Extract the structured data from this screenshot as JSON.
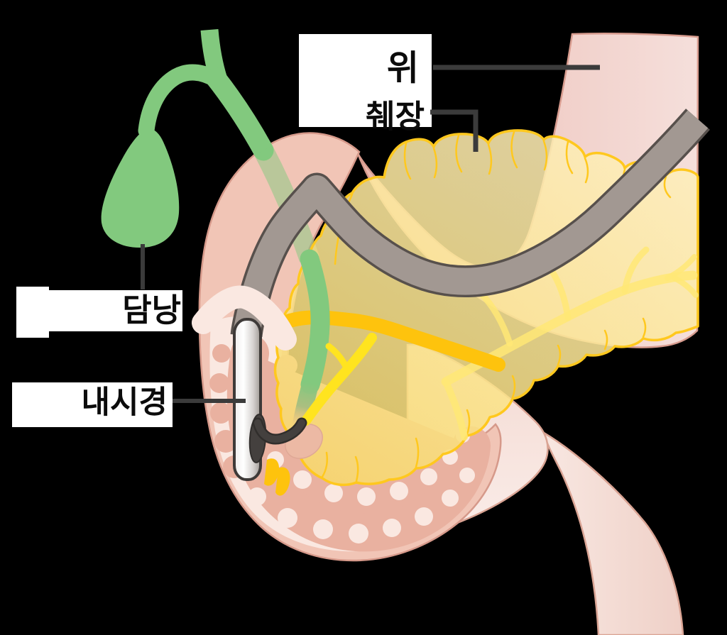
{
  "labels": {
    "stomach": "위",
    "pancreas": "췌장",
    "gallbladder": "담낭",
    "endoscope": "내시경"
  },
  "structures": [
    "stomach",
    "pancreas",
    "gallbladder",
    "bile-duct",
    "pancreatic-duct",
    "duodenum",
    "jejunum",
    "endoscope",
    "catheter",
    "papilla"
  ],
  "colors": {
    "background": "#000000",
    "stomach": "#f0c9c2",
    "stomach_edge": "#d89c8f",
    "duodenum": "#f1c5b6",
    "duodenum_edge": "#d6998a",
    "duodenum_lining": "#fae8e1",
    "mucosa": "#e9b1a0",
    "pancreas": "#fbe592",
    "pancreas_outline": "#ffc81e",
    "pancreatic_duct": "#ffe41f",
    "vessel": "#ffe876",
    "orange_band": "#fec30d",
    "bile_green": "#82c97e",
    "endoscope_gray": "#a29892",
    "endoscope_outline": "#57504c",
    "scope_tip": "#ffffff",
    "catheter": "#44403e",
    "label_bg": "#ffffff",
    "label_text": "#0b0b0b",
    "label_line": "#3b3b3b"
  }
}
